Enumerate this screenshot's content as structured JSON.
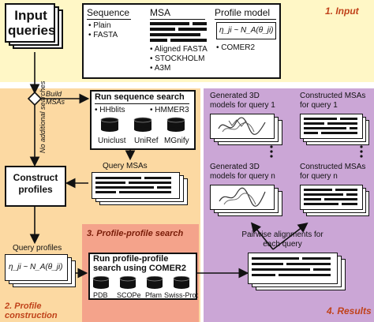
{
  "input": {
    "queries_label": "Input queries",
    "sequence": {
      "title": "Sequence",
      "items": [
        "Plain",
        "FASTA"
      ]
    },
    "msa": {
      "title": "MSA",
      "items": [
        "Aligned FASTA",
        "STOCKHOLM",
        "A3M"
      ]
    },
    "profile_model": {
      "title": "Profile model",
      "formula": "η_ji ~ N_A(θ_ji)",
      "items": [
        "COMER2"
      ]
    },
    "step_label": "1. Input"
  },
  "profile": {
    "build_msas": "Build MSAs",
    "no_additional": "No additional searches",
    "search_title": "Run sequence search",
    "tools_left": [
      "HHblits"
    ],
    "tools_right": [
      "HMMER3"
    ],
    "databases": [
      "Uniclust",
      "UniRef",
      "MGnify"
    ],
    "query_msas": "Query MSAs",
    "construct": "Construct profiles",
    "query_profiles": "Query profiles",
    "formula": "η_ji ~ N_A(θ_ji)",
    "step_label": "2. Profile construction"
  },
  "profile_search": {
    "step_label": "3. Profile-profile search",
    "run_title": "Run profile-profile search using COMER2",
    "databases": [
      "PDB",
      "SCOPe",
      "Pfam",
      "Swiss-Prot"
    ]
  },
  "results": {
    "gen_models_1": "Generated 3D models for query 1",
    "constructed_msas_1": "Constructed MSAs for query 1",
    "gen_models_n": "Generated 3D models for query n",
    "constructed_msas_n": "Constructed MSAs for query n",
    "pairwise": "Pairwise alignments for each query",
    "step_label": "4. Results"
  },
  "colors": {
    "input_bg": "#fff7c6",
    "profile_bg": "#fcd9a2",
    "search_bg": "#f4a38b",
    "results_bg": "#cba6d6",
    "step_label": "#c0421a"
  }
}
